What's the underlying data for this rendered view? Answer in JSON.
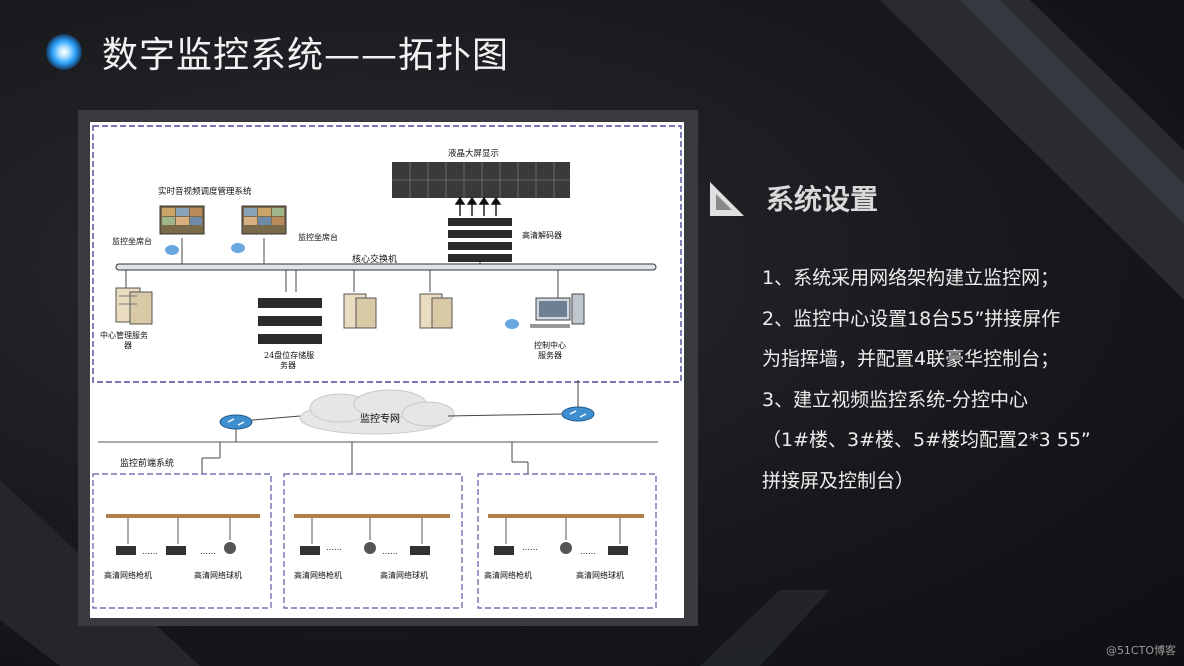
{
  "slide": {
    "title": "数字监控系统——拓扑图",
    "watermark": "@51CTO博客"
  },
  "section": {
    "title": "系统设置",
    "lines": [
      "1、系统采用网络架构建立监控网；",
      "2、监控中心设置18台55”拼接屏作",
      "为指挥墙，并配置4联豪华控制台；",
      "3、建立视频监控系统-分控中心",
      "（1#楼、3#楼、5#楼均配置2*3 55”",
      "拼接屏及控制台）"
    ]
  },
  "diagram": {
    "lcd_wall": "液晶大屏显示",
    "av_dispatch": "实时音视频调度管理系统",
    "seat_left": "监控坐席台",
    "seat_right": "监控坐席台",
    "decoder": "高清解码器",
    "core_switch": "核心交换机",
    "center_server": "中心管理服务",
    "center_server_2": "器",
    "storage": "24盘位存储服",
    "storage_2": "务器",
    "control_server": "控制中心",
    "control_server_2": "服务器",
    "private_net": "监控专网",
    "front_end": "监控前端系统",
    "dots": "……",
    "gun_camera": "高清网络枪机",
    "dome_camera": "高清网络球机"
  }
}
